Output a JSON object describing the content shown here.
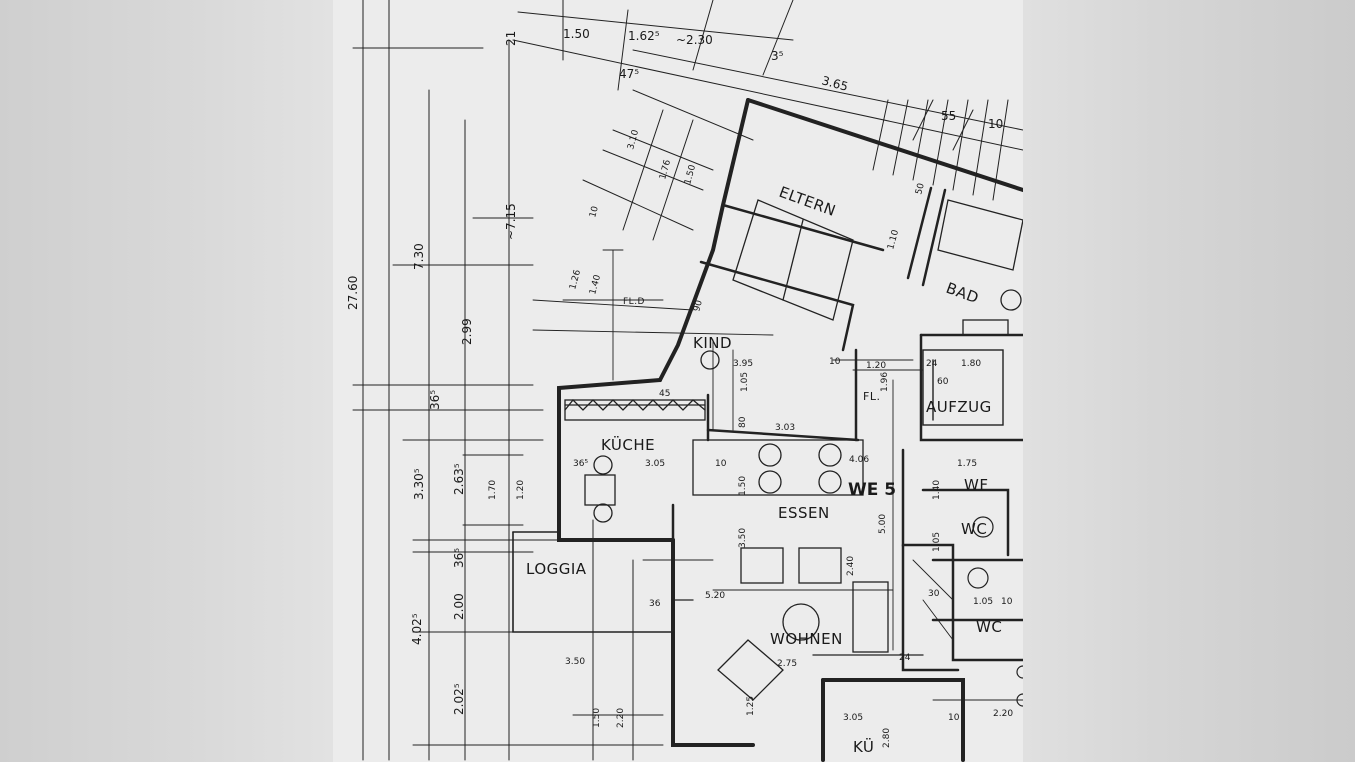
{
  "rooms": {
    "eltern": "ELTERN",
    "bad": "BAD",
    "kind": "KIND",
    "aufzug": "AUFZUG",
    "kueche": "KÜCHE",
    "essen": "ESSEN",
    "unit": "WE 5",
    "wf": "WF",
    "wc": "WC",
    "wc2": "WC",
    "loggia": "LOGGIA",
    "wohnen": "WOHNEN",
    "kue": "KÜ",
    "fl": "FL.D",
    "fl2": "FL."
  },
  "dimensions": {
    "top_150": "1.50",
    "top_1625": "1.62⁵",
    "top_230": "~2.30",
    "top_21": "21",
    "top_475": "47⁵",
    "top_365": "3.65",
    "top_315": "3⁵",
    "top_55": "55",
    "top_10": "10",
    "v_2760": "27.60",
    "v_730": "7.30",
    "v_715": "~7.15",
    "v_299": "2.99",
    "v_365a": "36⁵",
    "v_3305": "3.30⁵",
    "v_2635": "2.63⁵",
    "v_170": "1.70",
    "v_120": "1.20",
    "v_200": "2.00",
    "v_365b": "36⁵",
    "v_4025": "4.02⁵",
    "v_2025": "2.02⁵",
    "v_150b": "1.50",
    "v_220": "2.20",
    "d_310": "3.10",
    "d_176": "1.76",
    "d_150": "1.50",
    "d_10": "10",
    "d_126": "1.26",
    "d_140": "1.40",
    "d_90": "90",
    "d_395": "3.95",
    "d_105": "1.05",
    "d_10b": "10",
    "d_120": "1.20",
    "d_196": "1.96",
    "d_24": "24",
    "d_180": "1.80",
    "d_60": "60",
    "d_110": "1.10",
    "d_50": "50",
    "d_45": "45",
    "d_365": "36⁵",
    "d_305": "3.05",
    "d_10c": "10",
    "d_150c": "1.50",
    "d_80": "80",
    "d_303": "3.03",
    "d_406": "4.06",
    "d_175": "1.75",
    "d_140b": "1.40",
    "d_105b": "1.05",
    "d_350": "3.50",
    "d_500": "5.00",
    "d_240": "2.40",
    "d_520": "5.20",
    "d_36": "36",
    "d_30": "30",
    "d_275": "2.75",
    "d_125": "1.25",
    "d_24b": "24",
    "d_305b": "3.05",
    "d_10d": "10",
    "d_220b": "2.20",
    "d_350b": "3.50",
    "d_280": "2.80",
    "d_105c": "1.05",
    "d_10e": "10"
  }
}
